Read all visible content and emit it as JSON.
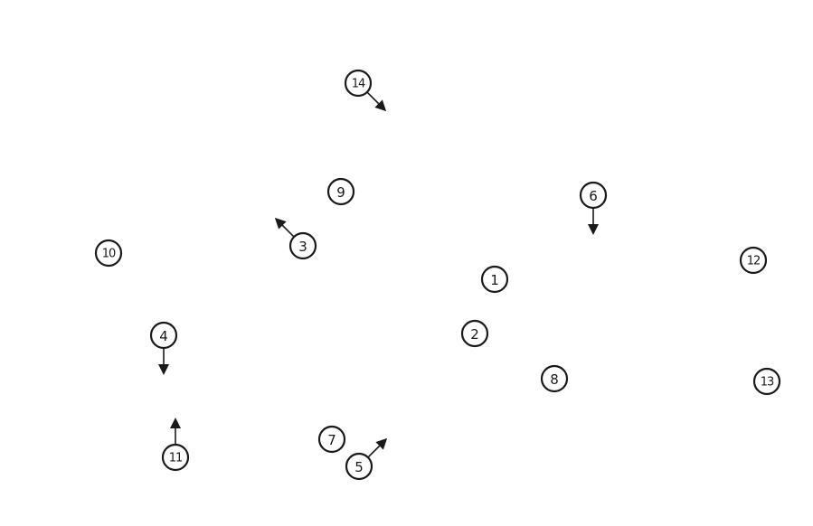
{
  "diagram": {
    "markers": [
      {
        "id": "m1",
        "label": "1"
      },
      {
        "id": "m2",
        "label": "2"
      },
      {
        "id": "m3",
        "label": "3",
        "arrow": "up-left"
      },
      {
        "id": "m4",
        "label": "4",
        "arrow": "down"
      },
      {
        "id": "m5",
        "label": "5",
        "arrow": "up-right"
      },
      {
        "id": "m6",
        "label": "6",
        "arrow": "down"
      },
      {
        "id": "m7",
        "label": "7"
      },
      {
        "id": "m8",
        "label": "8"
      },
      {
        "id": "m9",
        "label": "9"
      },
      {
        "id": "m10",
        "label": "10"
      },
      {
        "id": "m11",
        "label": "11",
        "arrow": "up"
      },
      {
        "id": "m12",
        "label": "12"
      },
      {
        "id": "m13",
        "label": "13"
      },
      {
        "id": "m14",
        "label": "14",
        "arrow": "down-right"
      }
    ],
    "colors": {
      "stroke": "#1a1a1a",
      "background": "#ffffff"
    }
  }
}
